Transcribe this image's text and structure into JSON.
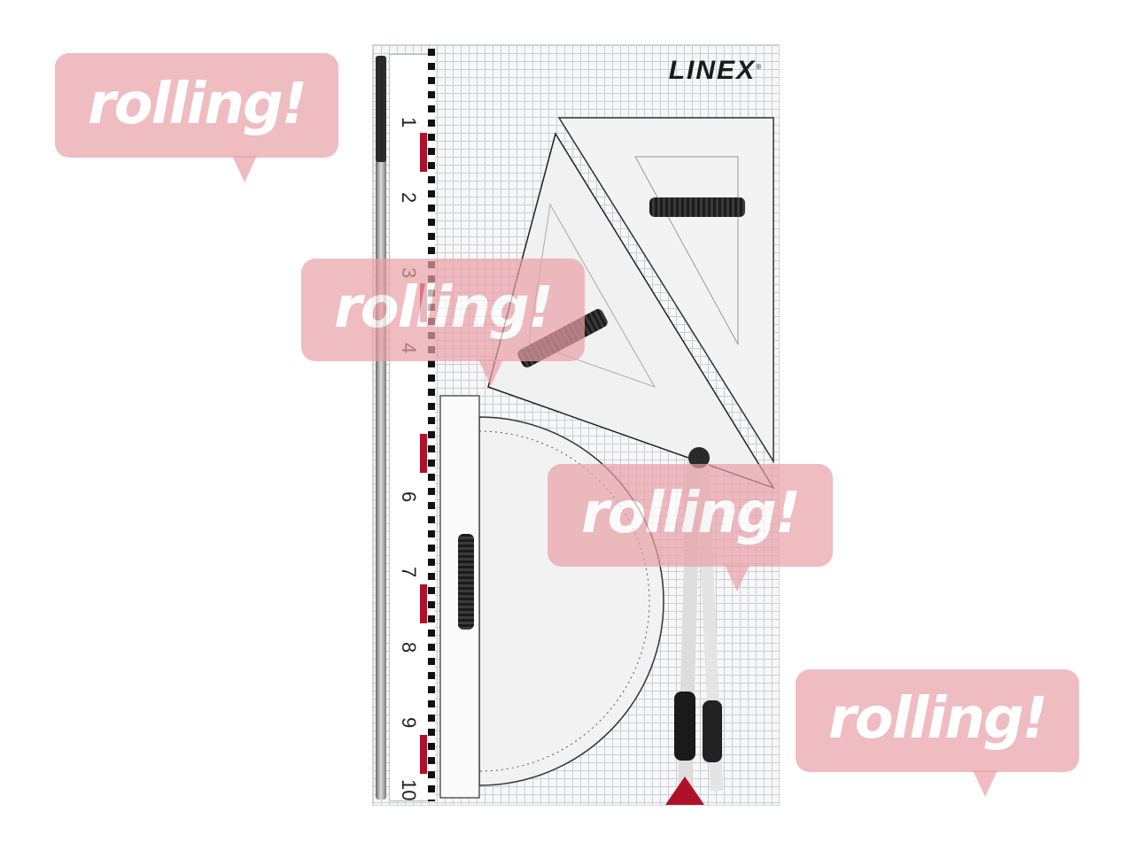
{
  "product": {
    "brand_name": "LINEX",
    "ruler_numbers": [
      "1",
      "2",
      "3",
      "4",
      "6",
      "7",
      "8",
      "9",
      "10"
    ],
    "colors": {
      "accent_red": "#b0102a",
      "grid_line": "#c9ced6",
      "board": "#f7f7f8"
    }
  },
  "watermarks": [
    "rolling!",
    "rolling!",
    "rolling!",
    "rolling!"
  ]
}
